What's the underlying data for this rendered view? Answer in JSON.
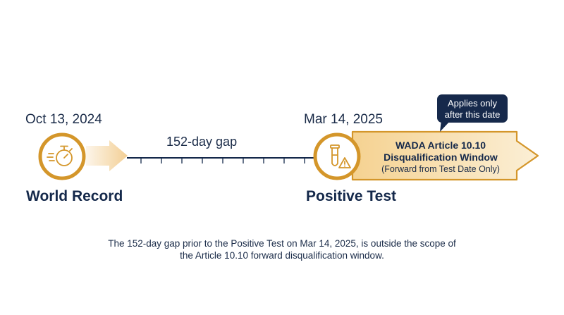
{
  "events": {
    "left": {
      "date": "Oct 13, 2024",
      "name": "World Record",
      "icon": "stopwatch-icon"
    },
    "right": {
      "date": "Mar 14, 2025",
      "name": "Positive Test",
      "icon": "test-tube-warning-icon"
    }
  },
  "gap": {
    "label": "152-day gap"
  },
  "window": {
    "title": "WADA Article 10.10 Disqualification Window",
    "subtitle": "(Forward from Test Date Only)"
  },
  "callout": {
    "text": "Applies only after this date"
  },
  "footnote": "The 152-day gap prior to the Positive Test on Mar 14, 2025, is outside the scope of the Article 10.10 forward disqualification window.",
  "colors": {
    "navy": "#14284a",
    "gold": "#d4962a",
    "gold_light": "#f7dfae",
    "callout_bg": "#16294b"
  }
}
